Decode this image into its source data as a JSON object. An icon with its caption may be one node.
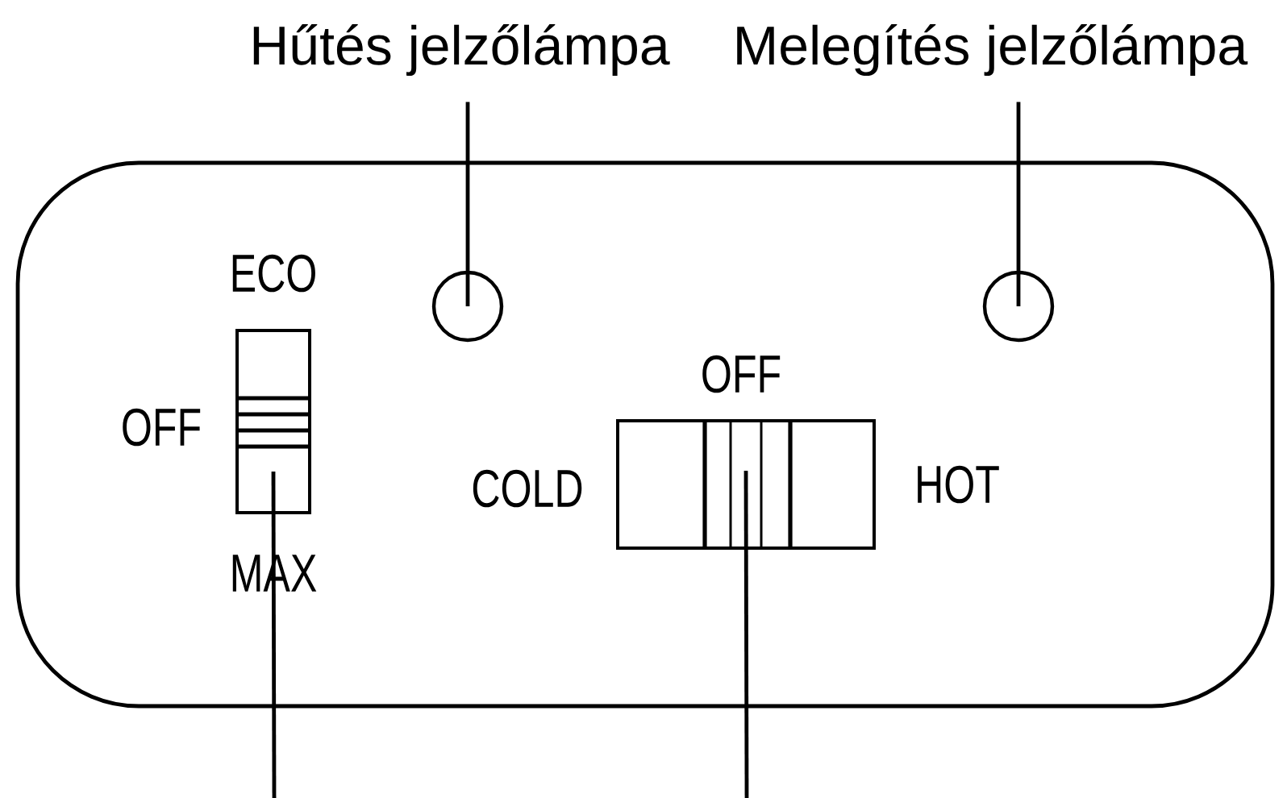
{
  "diagram": {
    "nodes": [
      {
        "text": [
          "Hűtés jelzőlámpa"
        ]
      },
      {
        "text": [
          "Melegítés jelzőlámpa"
        ]
      },
      {
        "text": [],
        "shape": "box"
      },
      {
        "text": [],
        "shape": "circle",
        "in": 2
      },
      {
        "text": [],
        "shape": "circle",
        "in": 2
      },
      {
        "text": [],
        "shape": "box",
        "in": 2,
        "beside": [
          "ECO",
          "OFF",
          "MAX"
        ]
      },
      {
        "text": [],
        "shape": "box",
        "in": 2,
        "beside": [
          "OFF",
          "COLD",
          "HOT"
        ]
      }
    ],
    "edges": [
      {
        "from": 0,
        "to": 3,
        "arrow": "none"
      },
      {
        "from": 1,
        "to": 4,
        "arrow": "none"
      },
      {
        "from": null,
        "to": 5,
        "arrow": "none"
      },
      {
        "from": null,
        "to": 6,
        "arrow": "none"
      }
    ]
  }
}
